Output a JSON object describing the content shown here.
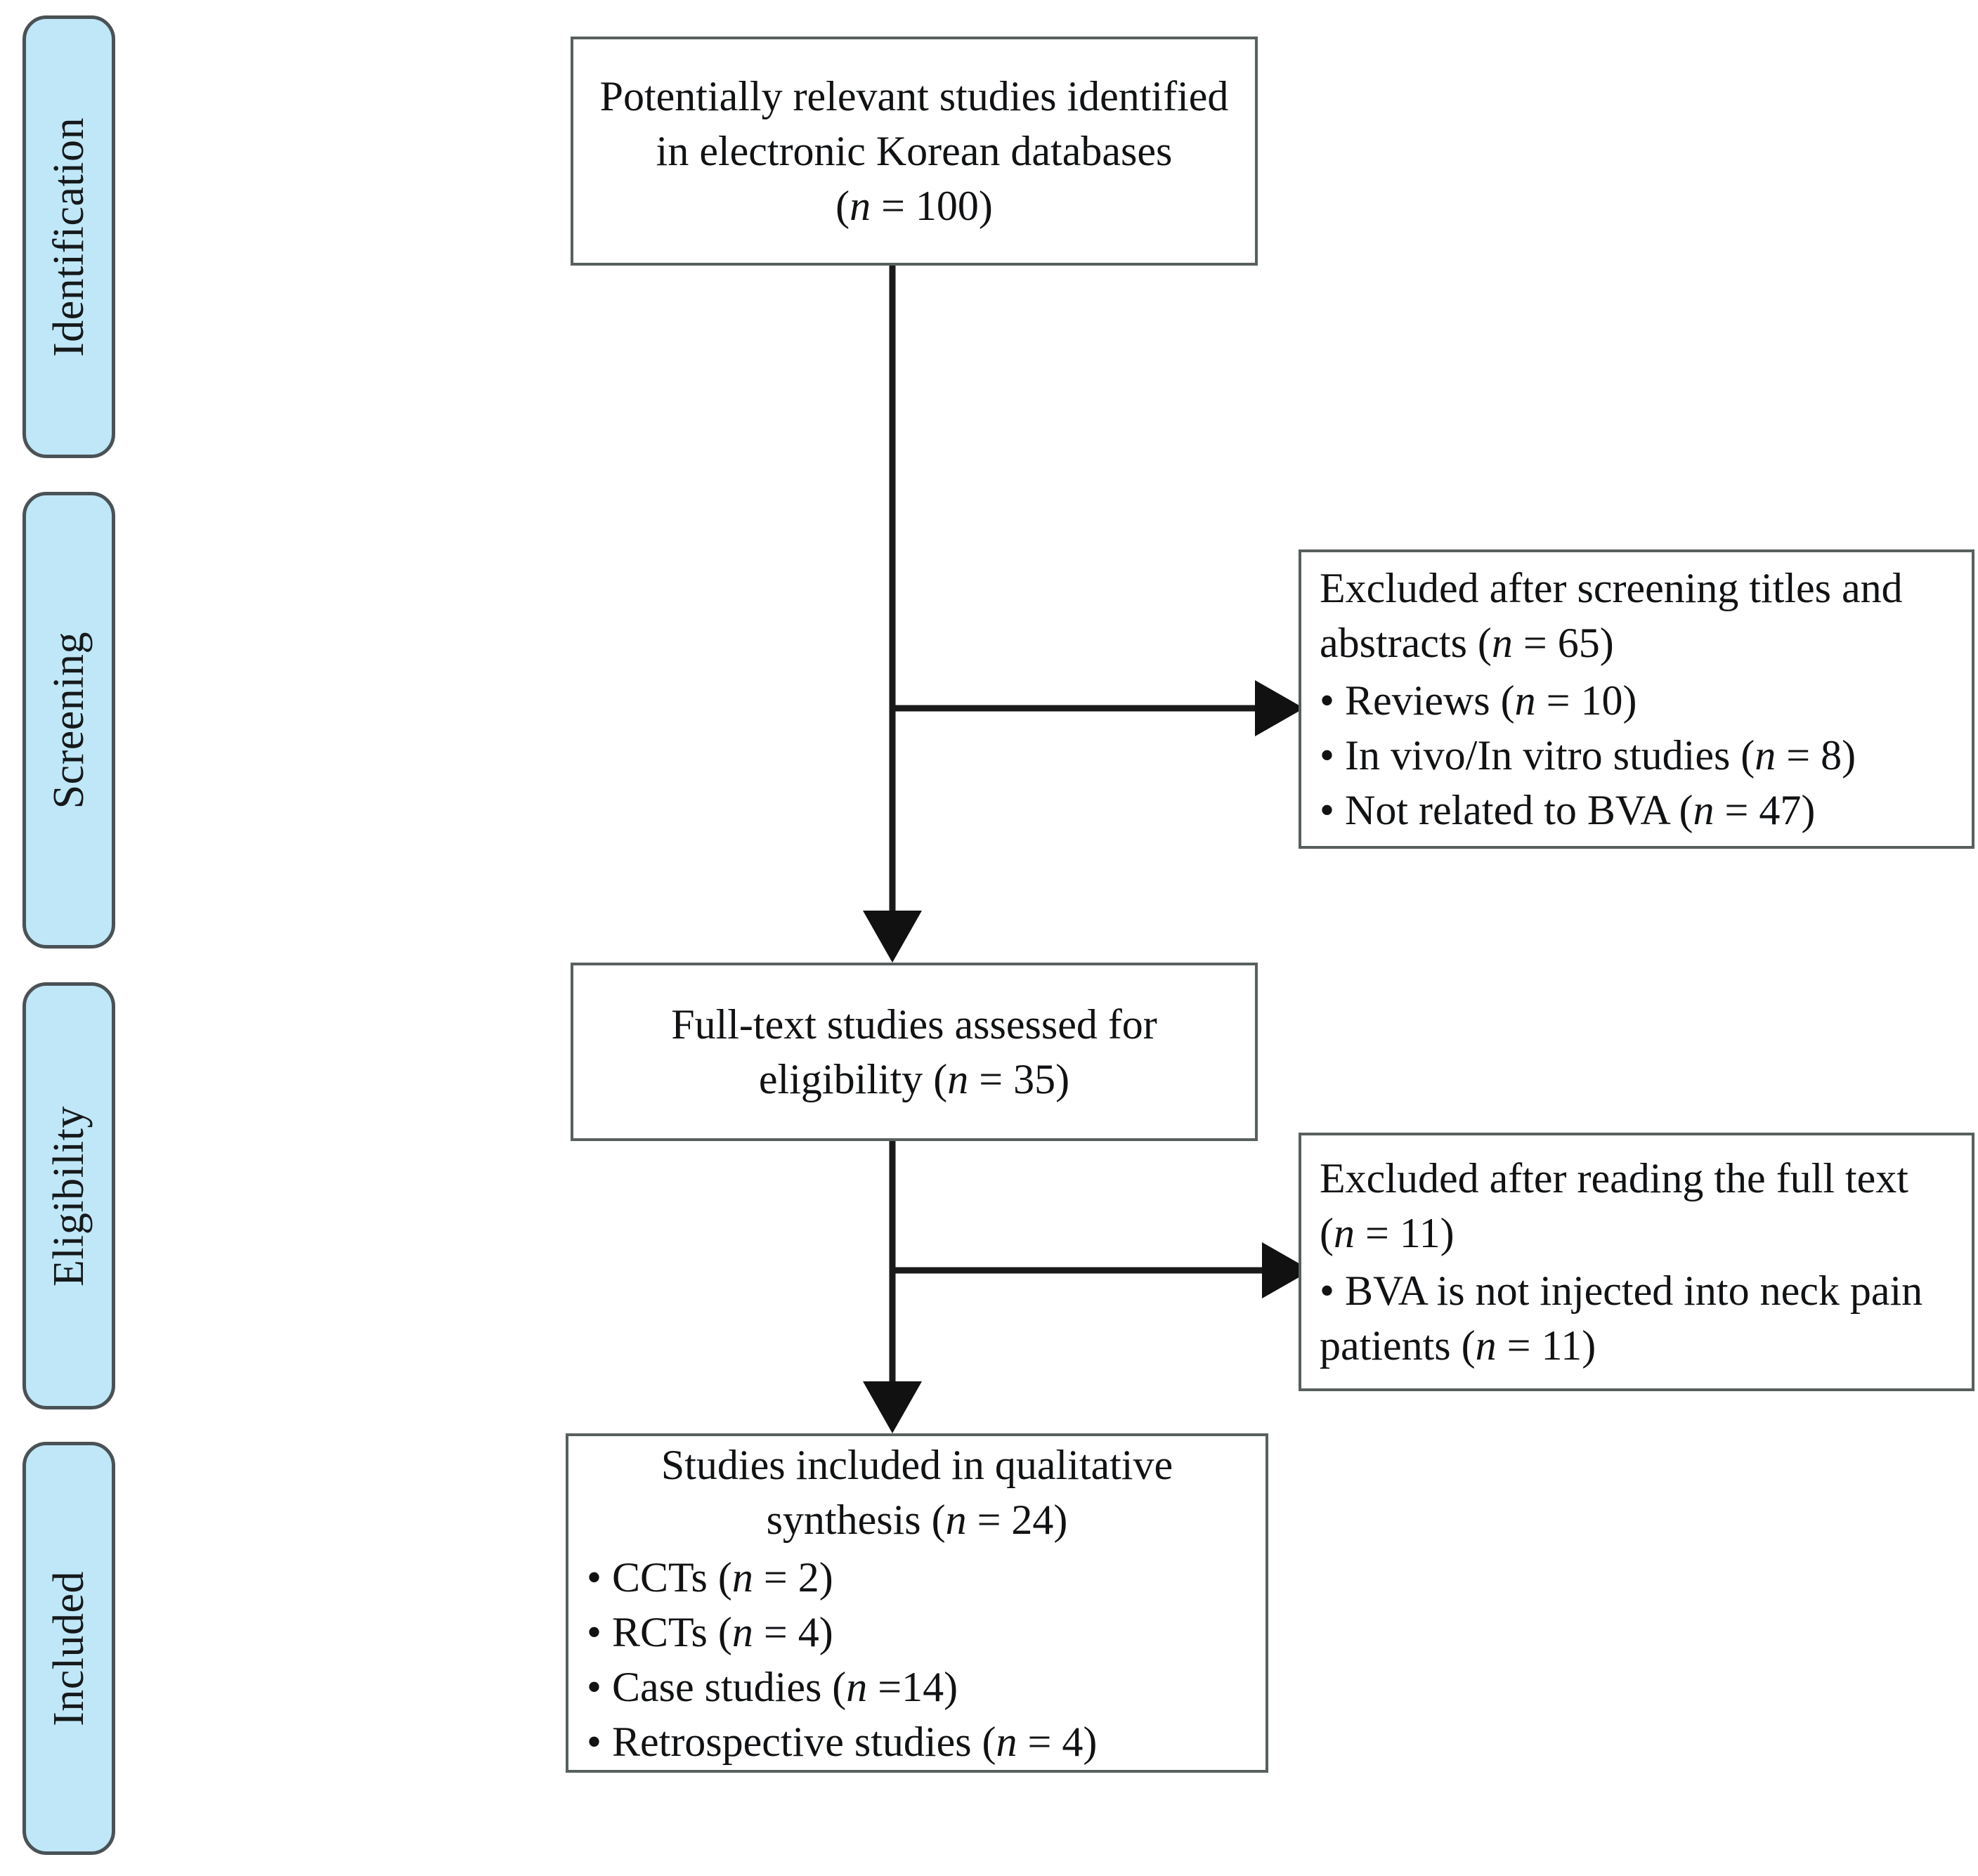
{
  "diagram": {
    "type": "prisma-flow-diagram",
    "stages": [
      {
        "id": "identification",
        "label": "Identification"
      },
      {
        "id": "screening",
        "label": "Screening"
      },
      {
        "id": "eligibility",
        "label": "Eligibility"
      },
      {
        "id": "included",
        "label": "Included"
      }
    ],
    "colors": {
      "stage_fill": "#bfe7f7",
      "stage_border": "#4a5256",
      "box_border": "#58605f",
      "box_fill": "#ffffff",
      "text": "#101214",
      "connector": "#1a1a1a"
    },
    "boxes": {
      "identified": {
        "lines": [
          "Potentially relevant studies identified",
          "in electronic Korean databases",
          "(n = 100)"
        ],
        "count": 100
      },
      "excluded_screening": {
        "heading": [
          "Excluded after screening titles and",
          "abstracts (n = 65)"
        ],
        "count": 65,
        "bullets": [
          "• Reviews (n = 10)",
          "• In vivo/In vitro studies (n = 8)",
          "• Not related to BVA (n = 47)"
        ],
        "bullet_counts": [
          10,
          8,
          47
        ]
      },
      "fulltext": {
        "lines": [
          "Full-text studies assessed for",
          "eligibility (n = 35)"
        ],
        "count": 35
      },
      "excluded_fulltext": {
        "heading": [
          "Excluded after reading the full text",
          "(n = 11)"
        ],
        "count": 11,
        "bullets": [
          "• BVA is not injected into neck pain",
          "patients (n = 11)"
        ],
        "bullet_counts": [
          11
        ]
      },
      "included": {
        "heading": [
          "Studies included in qualitative",
          "synthesis (n = 24)"
        ],
        "count": 24,
        "bullets": [
          "• CCTs (n = 2)",
          "• RCTs (n = 4)",
          "• Case studies (n =14)",
          "• Retrospective studies (n = 4)"
        ],
        "bullet_counts": [
          2,
          4,
          14,
          4
        ]
      }
    }
  }
}
